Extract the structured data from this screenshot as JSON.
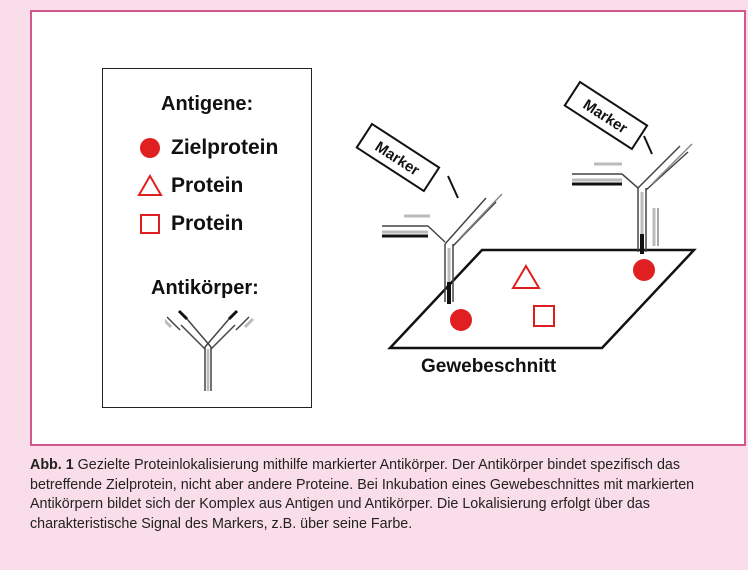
{
  "legend": {
    "antigen_title": "Antigene:",
    "items": [
      {
        "symbol": "filled-circle",
        "label": "Zielprotein"
      },
      {
        "symbol": "triangle",
        "label": "Protein"
      },
      {
        "symbol": "square",
        "label": "Protein"
      }
    ],
    "antibody_title": "Antikörper:"
  },
  "diagram": {
    "marker_left": "Marker",
    "marker_right": "Marker",
    "section_label": "Gewebeschnitt"
  },
  "caption": {
    "label": "Abb. 1",
    "text": " Gezielte Proteinlokalisierung mithilfe markierter Antikörper. Der Antikörper bindet spezifisch das betreffende Zielprotein, nicht aber andere Proteine. Bei Inkubation eines Gewebeschnittes mit markierten Antikörpern bildet sich der Komplex aus Antigen und Antikörper. Die Lokalisierung erfolgt über das charakteristische Signal des Markers, z.B. über seine Farbe."
  },
  "colors": {
    "accent": "#d2578d",
    "background": "#f9dde8",
    "symbol_red": "#e02020"
  }
}
